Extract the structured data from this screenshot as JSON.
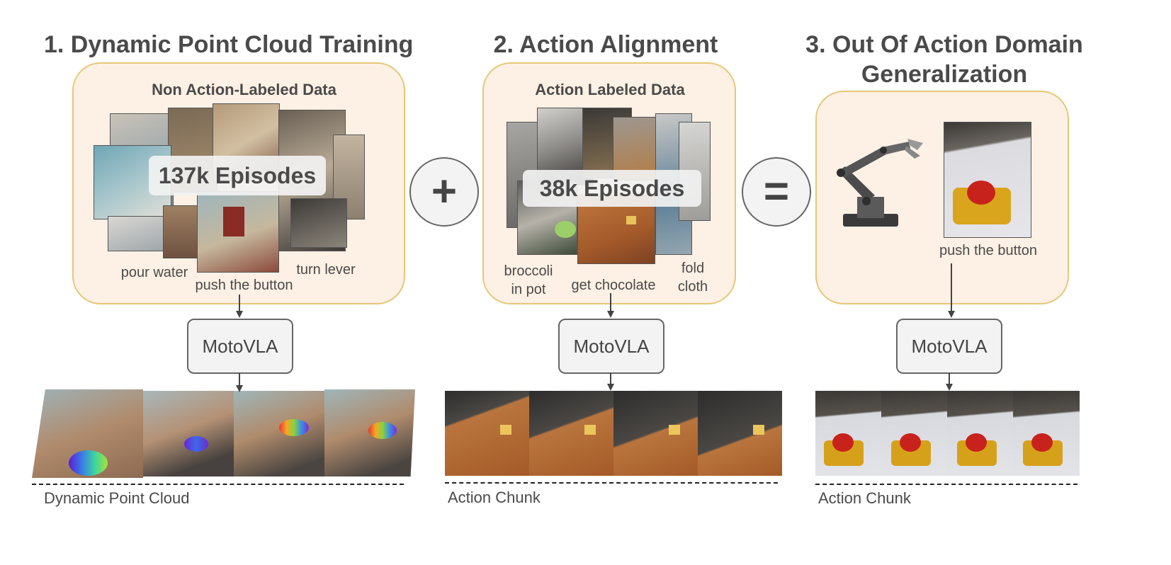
{
  "titles": {
    "step1": "1. Dynamic Point Cloud Training",
    "step2": "2. Action Alignment",
    "step3_line1": "3. Out Of Action Domain",
    "step3_line2": "Generalization"
  },
  "panel1": {
    "heading": "Non Action-Labeled Data",
    "episodes": "137k Episodes",
    "tasks": [
      "pour water",
      "push the button",
      "turn lever"
    ]
  },
  "panel2": {
    "heading": "Action Labeled Data",
    "episodes": "38k Episodes",
    "tasks": [
      "broccoli in pot",
      "get chocolate",
      "fold cloth"
    ],
    "task_lines": {
      "broccoli_1": "broccoli",
      "broccoli_2": "in pot",
      "fold_1": "fold",
      "fold_2": "cloth"
    }
  },
  "panel3": {
    "task": "push the button"
  },
  "operators": {
    "plus": "+",
    "equals": "="
  },
  "model_name": "MotoVLA",
  "outputs": {
    "step1": "Dynamic Point Cloud",
    "step2": "Action Chunk",
    "step3": "Action Chunk"
  },
  "colors": {
    "panel_fill": "#fdf0e4",
    "panel_border": "#e6c777",
    "box_fill": "#f3f3f3",
    "text": "#4a4a4a"
  }
}
